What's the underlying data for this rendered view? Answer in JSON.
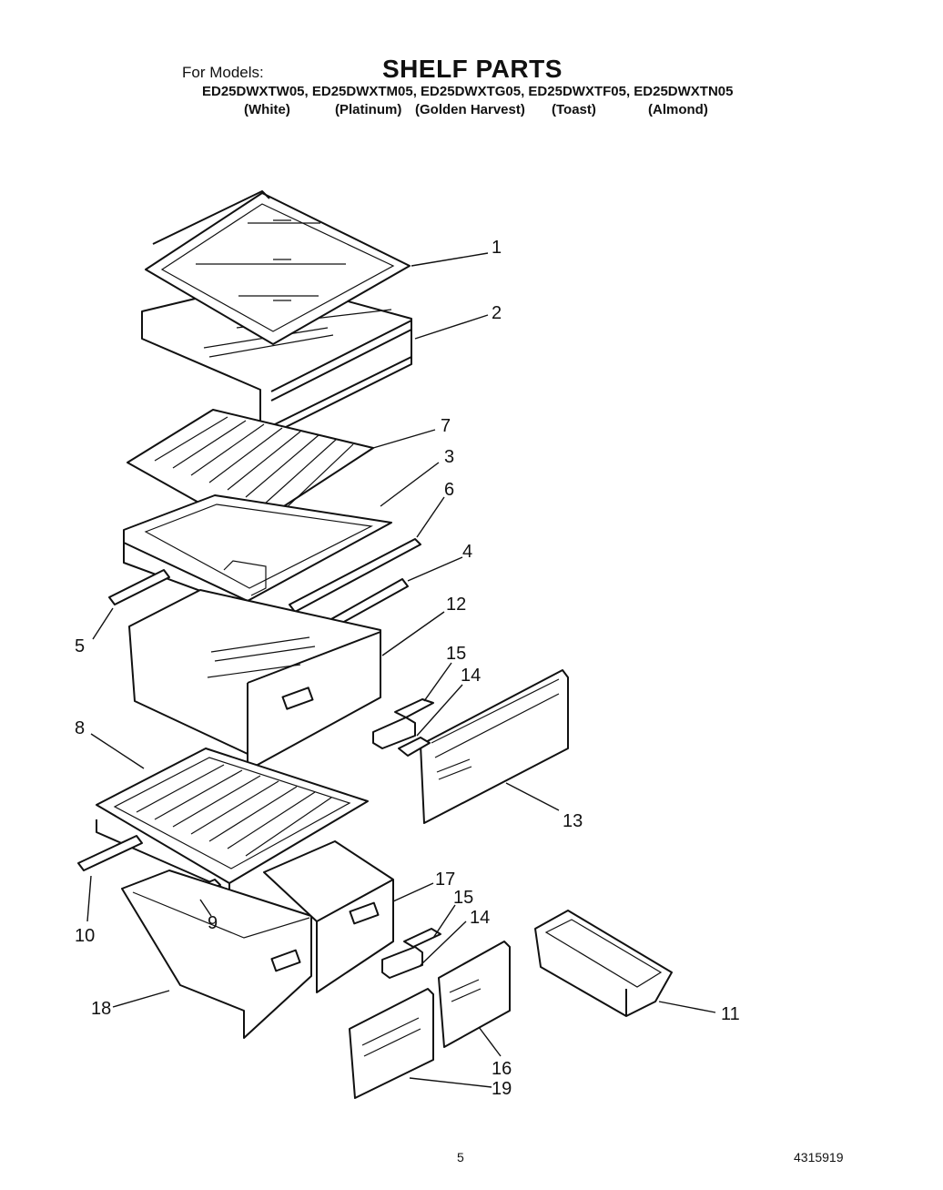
{
  "header": {
    "for_models_label": "For Models:",
    "title": "SHELF PARTS",
    "models": "ED25DWXTW05, ED25DWXTM05, ED25DWXTG05, ED25DWXTF05, ED25DWXTN05",
    "colors": [
      "(White)",
      "(Platinum)",
      "(Golden Harvest)",
      "(Toast)",
      "(Almond)"
    ]
  },
  "callouts": [
    "1",
    "2",
    "7",
    "3",
    "6",
    "4",
    "5",
    "12",
    "15",
    "14",
    "13",
    "8",
    "10",
    "9",
    "17",
    "15",
    "14",
    "11",
    "18",
    "16",
    "19"
  ],
  "footer": {
    "page_number": "5",
    "doc_number": "4315919"
  }
}
